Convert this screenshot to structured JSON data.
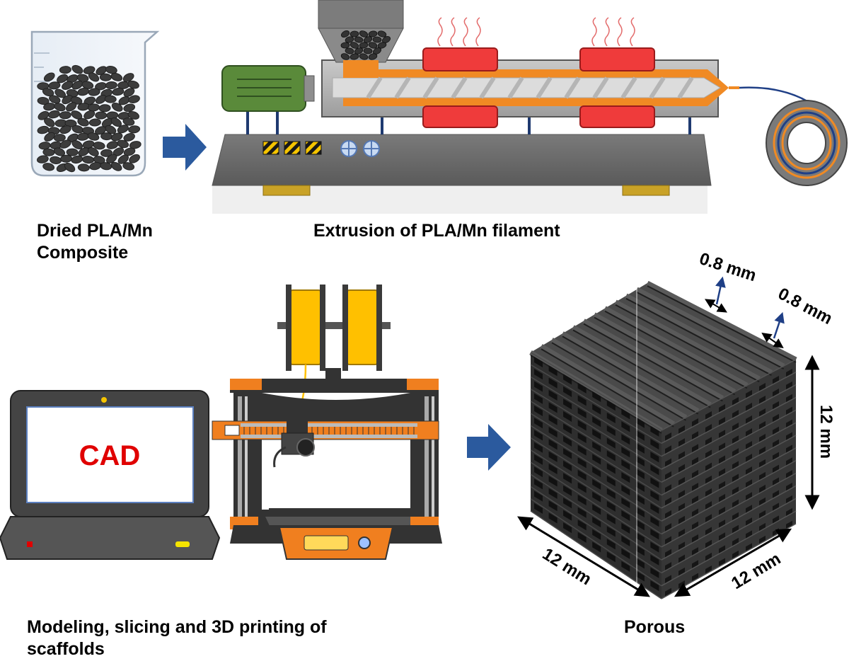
{
  "labels": {
    "step1_line1": "Dried PLA/Mn",
    "step1_line2": "Composite",
    "step2": "Extrusion of PLA/Mn filament",
    "step3_line1": "Modeling, slicing and 3D printing of",
    "step3_line2": "scaffolds",
    "step4": "Porous"
  },
  "screen_text": "CAD",
  "dimensions": {
    "strut_width": "0.8 mm",
    "pore_width": "0.8 mm",
    "height": "12 mm",
    "length": "12 mm",
    "width": "12 mm"
  },
  "colors": {
    "arrow": "#2b5a9e",
    "motor": "#5a8a3a",
    "heater": "#ef3b3b",
    "melt": "#f08a24",
    "base": "#6b6b6b",
    "filament": "#ffc000",
    "printer_accent": "#f07f1f",
    "scaffold": "#3a3a3a",
    "cad_text": "#e00000"
  },
  "icons": [
    "flow-arrow-icon",
    "beaker-icon",
    "extruder-icon",
    "filament-spool-icon",
    "laptop-icon",
    "3d-printer-icon",
    "scaffold-cube-icon"
  ]
}
